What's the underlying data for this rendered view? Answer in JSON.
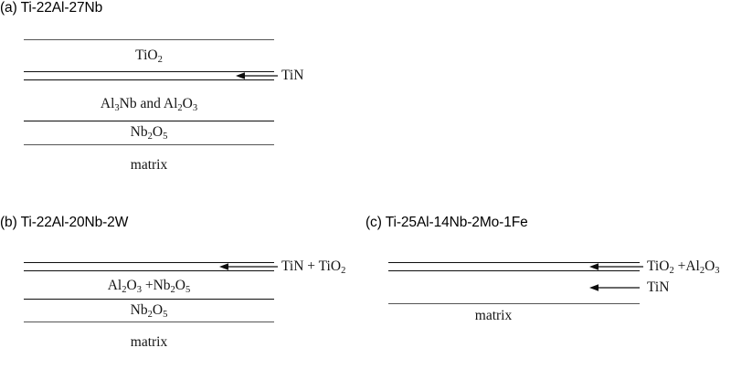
{
  "figure": {
    "type": "schematic-cross-section-diagram",
    "background_color": "#ffffff",
    "line_color_outer": "#555555",
    "line_color_inner": "#0d0d0d",
    "text_color": "#141414"
  },
  "panels": [
    {
      "id": "a",
      "heading": "(a) Ti-22Al-27Nb",
      "layers": [
        {
          "name": "layer-tio2",
          "label_html": "TiO<sub>2</sub>"
        },
        {
          "name": "layer-tin",
          "label_html": ""
        },
        {
          "name": "layer-al3nb-al2o3",
          "label_html": "Al<sub>3</sub>Nb and Al<sub>2</sub>O<sub>3</sub>"
        },
        {
          "name": "layer-nb2o5",
          "label_html": "Nb<sub>2</sub>O<sub>5</sub>"
        },
        {
          "name": "layer-matrix",
          "label_html": "matrix"
        }
      ],
      "callouts": [
        {
          "name": "callout-tin",
          "label_html": "TiN",
          "points_to": "layer-tin"
        }
      ]
    },
    {
      "id": "b",
      "heading": "(b) Ti-22Al-20Nb-2W",
      "layers": [
        {
          "name": "layer-tin-tio2",
          "label_html": ""
        },
        {
          "name": "layer-al2o3-nb2o5",
          "label_html": "Al<sub>2</sub>O<sub>3</sub> +Nb<sub>2</sub>O<sub>5</sub>"
        },
        {
          "name": "layer-nb2o5",
          "label_html": "Nb<sub>2</sub>O<sub>5</sub>"
        },
        {
          "name": "layer-matrix",
          "label_html": "matrix"
        }
      ],
      "callouts": [
        {
          "name": "callout-tin-tio2",
          "label_html": "TiN + TiO<sub>2</sub>",
          "points_to": "layer-tin-tio2"
        }
      ]
    },
    {
      "id": "c",
      "heading": "(c) Ti-25Al-14Nb-2Mo-1Fe",
      "layers": [
        {
          "name": "layer-tio2-al2o3",
          "label_html": ""
        },
        {
          "name": "layer-tin",
          "label_html": ""
        },
        {
          "name": "layer-matrix",
          "label_html": "matrix"
        }
      ],
      "callouts": [
        {
          "name": "callout-tio2-al2o3",
          "label_html": "TiO<sub>2</sub> +Al<sub>2</sub>O<sub>3</sub>",
          "points_to": "layer-tio2-al2o3"
        },
        {
          "name": "callout-tin",
          "label_html": "TiN",
          "points_to": "layer-tin"
        }
      ]
    }
  ]
}
